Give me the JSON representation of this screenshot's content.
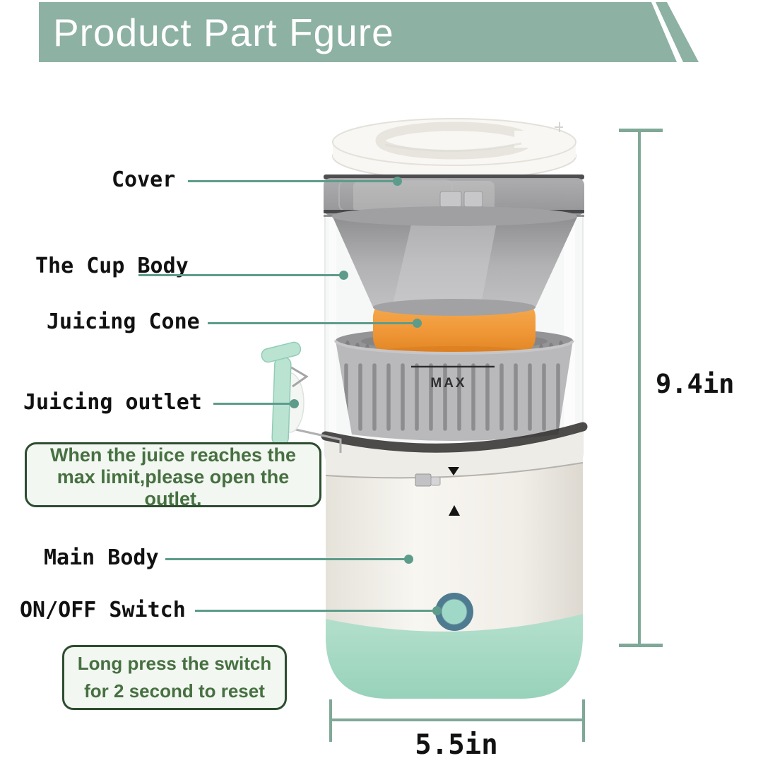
{
  "header": {
    "title": "Product Part Fgure"
  },
  "product": {
    "max_marking": "MAX"
  },
  "labels": {
    "cover": "Cover",
    "cup_body": "The Cup Body",
    "juicing_cone": "Juicing Cone",
    "juicing_outlet": "Juicing outlet",
    "main_body": "Main Body",
    "on_off_switch": "ON/OFF Switch"
  },
  "notes": {
    "outlet": {
      "line1": "When the juice reaches the",
      "line2": "max limit,please open the outlet."
    },
    "switch": {
      "line1": "Long press the switch",
      "line2": "for 2 second to reset"
    }
  },
  "dimensions": {
    "height": "9.4in",
    "width": "5.5in"
  },
  "colors": {
    "banner_bg": "#8db1a3",
    "callout": "#5d9c8b",
    "dimension": "#7fa897",
    "note_border": "#2d4d30",
    "note_text": "#477041",
    "note_bg": "#f2f7f1",
    "label_text": "#111111",
    "mint_base": "#a8dac6",
    "orange": "#ef9636",
    "button_ring": "#4e7b90",
    "button_center": "#a0d8c7"
  }
}
